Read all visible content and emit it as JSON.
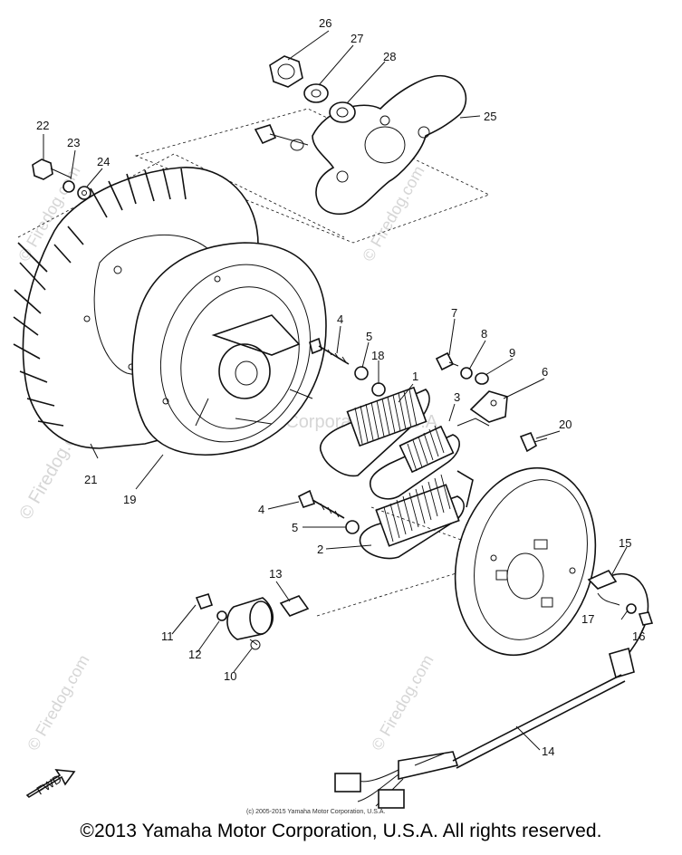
{
  "watermarks": {
    "firedog": "© Firedog.com",
    "yamaha": "Yamaha Motor Corporation, U.S.A."
  },
  "credit_line": "(c) 2005-2015 Yamaha Motor Corporation, U.S.A.",
  "fwd_label": "FWD",
  "copyright": "©2013 Yamaha Motor Corporation, U.S.A. All rights reserved.",
  "labels": [
    "1",
    "2",
    "3",
    "4",
    "4",
    "5",
    "5",
    "6",
    "7",
    "8",
    "9",
    "10",
    "11",
    "12",
    "13",
    "14",
    "15",
    "16",
    "17",
    "18",
    "19",
    "20",
    "21",
    "22",
    "23",
    "24",
    "25",
    "26",
    "27",
    "28"
  ]
}
